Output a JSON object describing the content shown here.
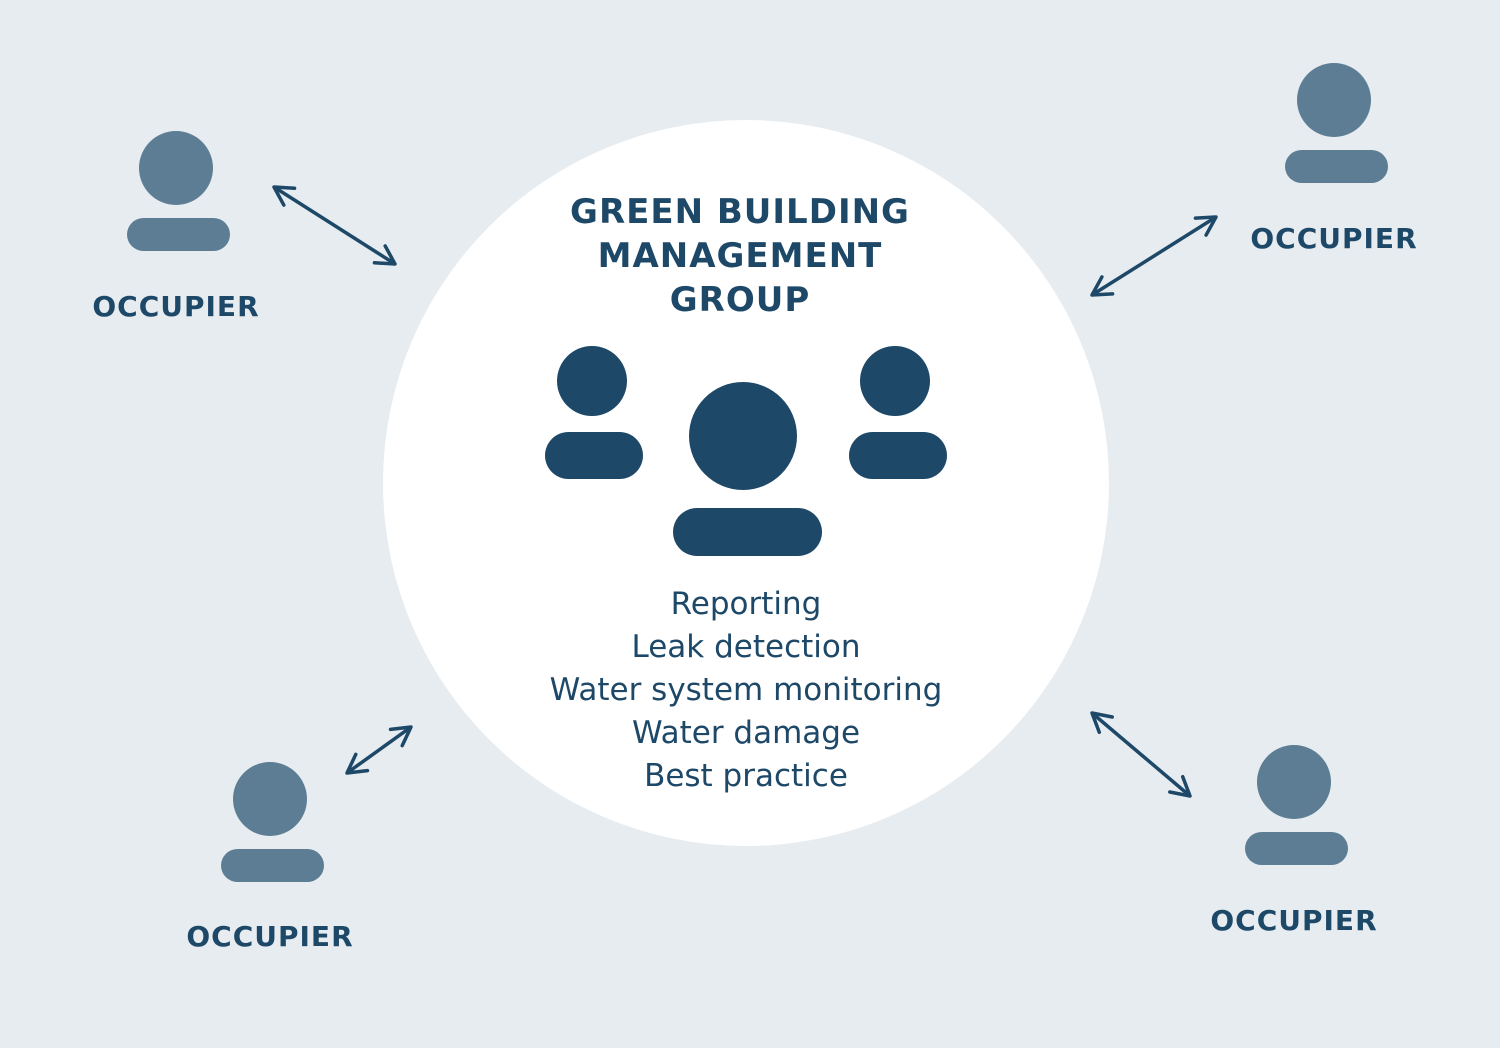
{
  "group": {
    "title_lines": [
      "GREEN BUILDING",
      "MANAGEMENT",
      "GROUP"
    ],
    "services": [
      "Reporting",
      "Leak detection",
      "Water system monitoring",
      "Water damage",
      "Best practice"
    ]
  },
  "occupiers": [
    {
      "id": "top-left",
      "label": "OCCUPIER"
    },
    {
      "id": "top-right",
      "label": "OCCUPIER"
    },
    {
      "id": "bottom-left",
      "label": "OCCUPIER"
    },
    {
      "id": "bottom-right",
      "label": "OCCUPIER"
    }
  ],
  "colors": {
    "background": "#e6ecf0",
    "circle": "#ffffff",
    "primary": "#1e4868",
    "occupier_icon": "#5c7d94"
  }
}
